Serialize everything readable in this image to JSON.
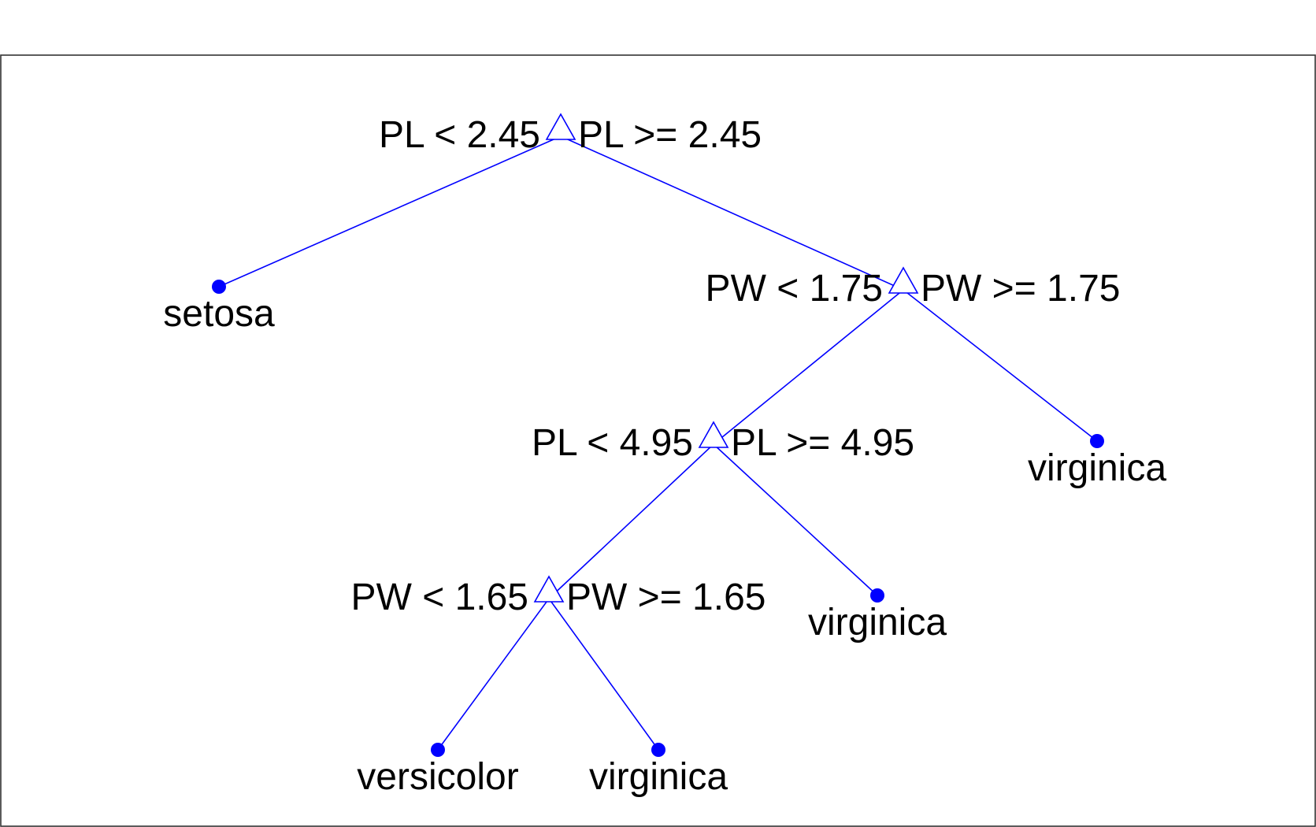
{
  "colors": {
    "edge": "#0000ff",
    "marker": "#0000ff",
    "text": "#000000",
    "frame": "#333333"
  },
  "tree": {
    "splits": [
      {
        "id": "n1",
        "left_label": "PL < 2.45",
        "right_label": "PL >= 2.45",
        "marker": "triangle-icon"
      },
      {
        "id": "n2",
        "left_label": "PW < 1.75",
        "right_label": "PW >= 1.75",
        "marker": "triangle-icon"
      },
      {
        "id": "n3",
        "left_label": "PL < 4.95",
        "right_label": "PL >= 4.95",
        "marker": "triangle-icon"
      },
      {
        "id": "n4",
        "left_label": "PW < 1.65",
        "right_label": "PW >= 1.65",
        "marker": "triangle-icon"
      }
    ],
    "leaves": [
      {
        "id": "l1",
        "label": "setosa",
        "marker": "dot-icon"
      },
      {
        "id": "l2",
        "label": "virginica",
        "marker": "dot-icon"
      },
      {
        "id": "l3",
        "label": "virginica",
        "marker": "dot-icon"
      },
      {
        "id": "l4",
        "label": "versicolor",
        "marker": "dot-icon"
      },
      {
        "id": "l5",
        "label": "virginica",
        "marker": "dot-icon"
      }
    ],
    "edges": [
      {
        "from": "n1",
        "to": "l1"
      },
      {
        "from": "n1",
        "to": "n2"
      },
      {
        "from": "n2",
        "to": "n3"
      },
      {
        "from": "n2",
        "to": "l2"
      },
      {
        "from": "n3",
        "to": "n4"
      },
      {
        "from": "n3",
        "to": "l3"
      },
      {
        "from": "n4",
        "to": "l4"
      },
      {
        "from": "n4",
        "to": "l5"
      }
    ]
  }
}
